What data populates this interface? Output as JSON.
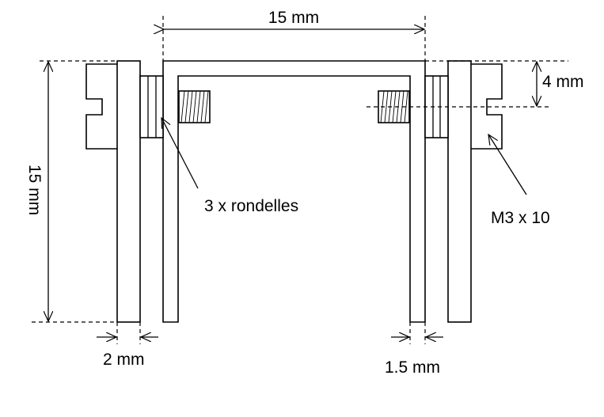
{
  "labels": {
    "top_width": "15 mm",
    "height": "15 mm",
    "offset": "4 mm",
    "washers": "3 x rondelles",
    "screw": "M3 x 10",
    "plate_thickness": "2 mm",
    "frame_thickness": "1.5 mm"
  }
}
